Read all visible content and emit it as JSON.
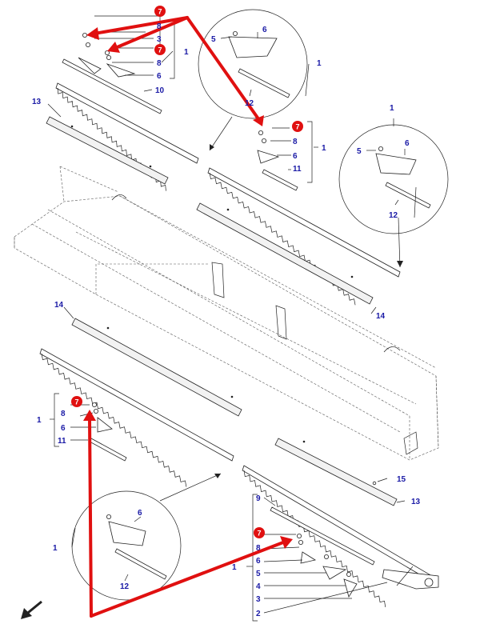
{
  "diagram": {
    "callouts": {
      "c1": "1",
      "c2": "2",
      "c3": "3",
      "c4": "4",
      "c5": "5",
      "c6": "6",
      "c7": "7",
      "c8": "8",
      "c9": "9",
      "c10": "10",
      "c11": "11",
      "c12": "12",
      "c13": "13",
      "c14": "14",
      "c15": "15"
    },
    "colors": {
      "callout": "#1a1aa6",
      "highlight": "#e01010",
      "line": "#222222"
    }
  }
}
